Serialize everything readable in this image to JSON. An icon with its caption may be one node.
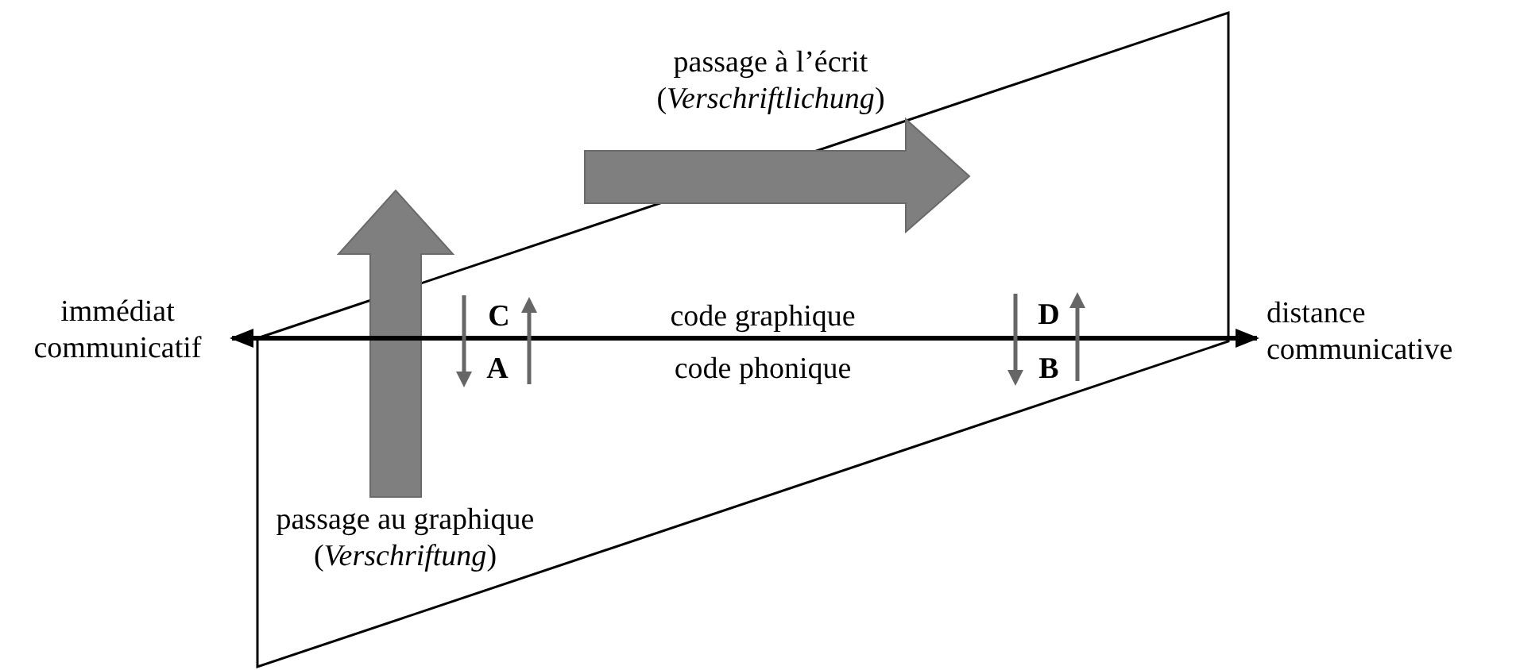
{
  "diagram": {
    "nodes": [
      {
        "text": [
          "immédiat communicatif"
        ]
      },
      {
        "text": [
          "distance communicative"
        ]
      }
    ],
    "edges": [
      {
        "from": 0,
        "to": 1,
        "arrow": "both"
      }
    ],
    "labels": [
      "passage à l’écrit (*Verschriftlichung*)",
      "C",
      "D",
      "code graphique",
      "A",
      "B",
      "code phonique",
      "passage au graphique (*Verschriftung*)"
    ]
  }
}
